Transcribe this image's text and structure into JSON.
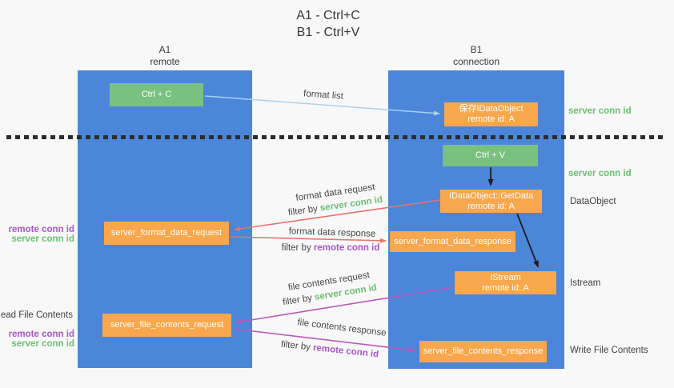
{
  "title": {
    "line1": "A1 - Ctrl+C",
    "line2": "B1 - Ctrl+V"
  },
  "lifelines": {
    "left": {
      "name": "A1",
      "subtitle": "remote"
    },
    "right": {
      "name": "B1",
      "subtitle": "connection"
    }
  },
  "nodes": {
    "ctrl_c": {
      "label": "Ctrl + C"
    },
    "save_idataobject": {
      "line1": "保存IDataObject",
      "line2": "remote id: A"
    },
    "ctrl_v": {
      "label": "Ctrl + V"
    },
    "getdata": {
      "line1": "IDataObject::GetData",
      "line2": "remote id: A"
    },
    "server_format_data_request": {
      "label": "server_format_data_request"
    },
    "server_format_data_response": {
      "label": "server_format_data_response"
    },
    "istream": {
      "line1": "IStream",
      "line2": "remote id: A"
    },
    "server_file_contents_request": {
      "label": "server_file_contents_request"
    },
    "server_file_contents_response": {
      "label": "server_file_contents_response"
    }
  },
  "flow_labels": {
    "format_list": "format list",
    "format_data_request": "format data request",
    "format_data_request_filter_prefix": "filter by",
    "format_data_request_filter_key": "server conn id",
    "format_data_response": "format data response",
    "format_data_response_filter_prefix": "filter by",
    "format_data_response_filter_key": "remote conn id",
    "file_contents_request": "file contents request",
    "file_contents_request_filter_prefix": "filter by",
    "file_contents_request_filter_key": "server conn id",
    "file_contents_response": "file contents response",
    "file_contents_response_filter_prefix": "filter by",
    "file_contents_response_filter_key": "remote conn id"
  },
  "side_labels": {
    "right_server_conn_id_top": "server conn id",
    "right_server_conn_id_mid": "server conn id",
    "right_dataobject": "DataObject",
    "right_istream": "Istream",
    "right_write_file_contents": "Write File Contents",
    "left_remote_conn_id_top": "remote conn id",
    "left_server_conn_id_top": "server conn id",
    "left_read_file_contents": "Read File Contents",
    "left_remote_conn_id_bottom": "remote conn id",
    "left_server_conn_id_bottom": "server conn id"
  },
  "colors": {
    "background": "#f8f8f9",
    "lifeline_blue": "#4b86d9",
    "node_green": "#79c181",
    "node_orange": "#f8a74c",
    "arrow_light_blue": "#a9d2ef",
    "arrow_red": "#e8736b",
    "arrow_magenta": "#bb57ba",
    "text_green": "#6cbf70",
    "text_purple": "#a855c8"
  }
}
